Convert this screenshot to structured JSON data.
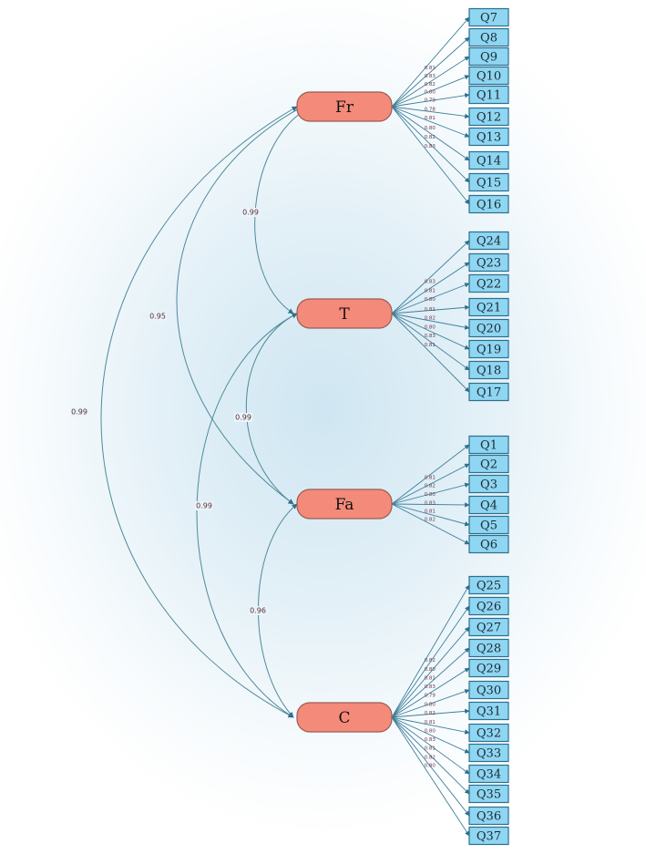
{
  "factors": [
    {
      "id": "Fr",
      "label": "Fr",
      "items": [
        "Q7",
        "Q8",
        "Q9",
        "Q10",
        "Q11",
        "Q12",
        "Q13",
        "Q14",
        "Q15",
        "Q16"
      ],
      "loadings": [
        "0.81",
        "0.83",
        "0.82",
        "0.80",
        "0.79",
        "0.78",
        "0.81",
        "0.80",
        "0.82",
        "0.83"
      ]
    },
    {
      "id": "T",
      "label": "T",
      "items": [
        "Q24",
        "Q23",
        "Q22",
        "Q21",
        "Q20",
        "Q19",
        "Q18",
        "Q17"
      ],
      "loadings": [
        "0.83",
        "0.81",
        "0.80",
        "0.81",
        "0.82",
        "0.80",
        "0.83",
        "0.81"
      ]
    },
    {
      "id": "Fa",
      "label": "Fa",
      "items": [
        "Q1",
        "Q2",
        "Q3",
        "Q4",
        "Q5",
        "Q6"
      ],
      "loadings": [
        "0.81",
        "0.82",
        "0.80",
        "0.83",
        "0.81",
        "0.82"
      ]
    },
    {
      "id": "C",
      "label": "C",
      "items": [
        "Q25",
        "Q26",
        "Q27",
        "Q28",
        "Q29",
        "Q30",
        "Q31",
        "Q32",
        "Q33",
        "Q34",
        "Q35",
        "Q36",
        "Q37"
      ],
      "loadings": [
        "0.82",
        "0.80",
        "0.81",
        "0.83",
        "0.79",
        "0.80",
        "0.82",
        "0.81",
        "0.80",
        "0.83",
        "0.81",
        "0.82",
        "0.80"
      ]
    }
  ],
  "correlations": [
    {
      "from": "Fr",
      "to": "T",
      "value": "0.99"
    },
    {
      "from": "Fr",
      "to": "Fa",
      "value": "0.95"
    },
    {
      "from": "Fr",
      "to": "C",
      "value": "0.99"
    },
    {
      "from": "T",
      "to": "Fa",
      "value": "0.99"
    },
    {
      "from": "T",
      "to": "C",
      "value": "0.99"
    },
    {
      "from": "Fa",
      "to": "C",
      "value": "0.96"
    }
  ],
  "colors": {
    "latent_fill": "#f48a7a",
    "item_fill": "#8fd6f2",
    "path": "#3e7f9a"
  }
}
